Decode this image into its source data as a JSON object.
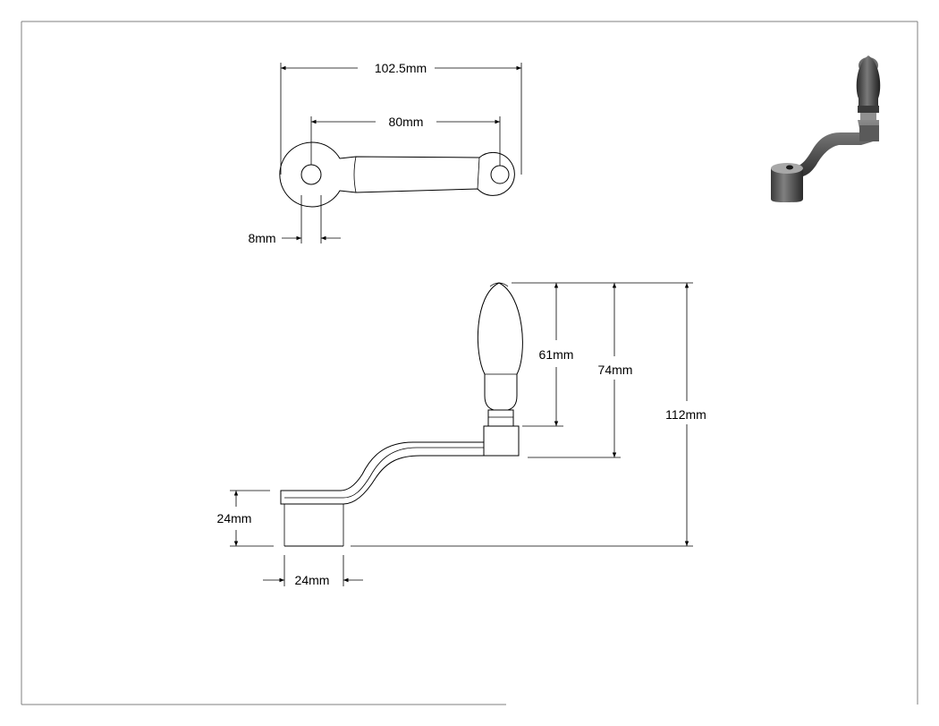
{
  "views": {
    "top": {
      "overall_length": "102.5mm",
      "hole_spacing": "80mm",
      "hole_diameter": "8mm"
    },
    "front": {
      "knob_height": "61mm",
      "arm_height": "74mm",
      "total_height": "112mm",
      "hub_height": "24mm",
      "hub_diameter": "24mm"
    }
  },
  "colors": {
    "line": "#000000",
    "frame": "#7f7f7f",
    "shade_dark": "#3a3a3a",
    "shade_light": "#9a9a9a"
  }
}
